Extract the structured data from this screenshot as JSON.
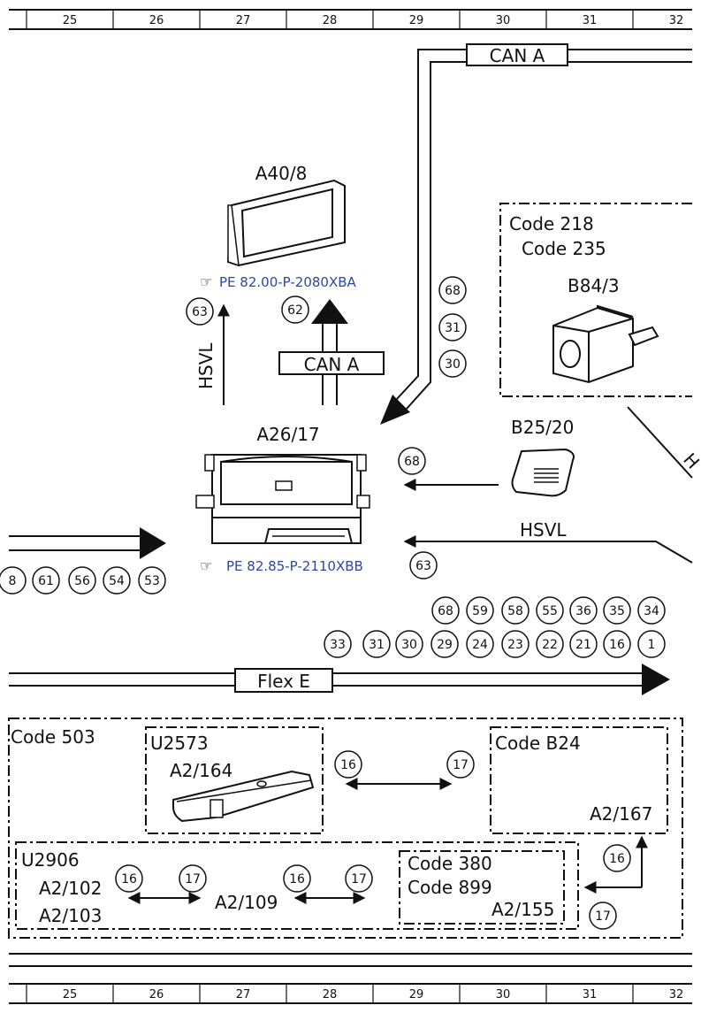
{
  "ruler": {
    "columns": [
      "25",
      "26",
      "27",
      "28",
      "29",
      "30",
      "31",
      "32"
    ]
  },
  "components": {
    "a40_8": {
      "label": "A40/8",
      "ref": "PE 82.00-P-2080XBA"
    },
    "a26_17": {
      "label": "A26/17",
      "ref": "PE 82.85-P-2110XBB"
    },
    "b84_3": {
      "label": "B84/3",
      "codes": [
        "Code 218",
        "Code 235"
      ]
    },
    "b25_20": {
      "label": "B25/20"
    }
  },
  "signals": {
    "can_a_top": "CAN A",
    "can_a_mid": "CAN A",
    "hsvl_vertical": "HSVL",
    "hsvl_right": "HSVL",
    "flex_e": "Flex E",
    "cut_right": "H"
  },
  "circles": {
    "c63_left": "63",
    "c62": "62",
    "bus_68": "68",
    "bus_31": "31",
    "bus_30": "30",
    "b25_68": "68",
    "hsvl_63": "63",
    "left_row": [
      "8",
      "61",
      "56",
      "54",
      "53"
    ],
    "top_row": [
      "68",
      "59",
      "58",
      "55",
      "36",
      "35",
      "34"
    ],
    "bottom_row": [
      "33",
      "31",
      "30",
      "29",
      "24",
      "23",
      "22",
      "21",
      "16",
      "1"
    ]
  },
  "code503": {
    "title": "Code 503",
    "u2573": {
      "title": "U2573",
      "module": "A2/164",
      "left_circle": "16",
      "right_circle": "17"
    },
    "codeb24": {
      "title": "Code B24",
      "module": "A2/167",
      "up_circle": "16",
      "left_circle": "17"
    },
    "u2906": {
      "title": "U2906",
      "modules": [
        "A2/102",
        "A2/103"
      ],
      "middle_module": "A2/109",
      "c1": "16",
      "c2": "17",
      "c3": "16",
      "c4": "17"
    },
    "code380": {
      "codes": [
        "Code 380",
        "Code 899"
      ],
      "module": "A2/155"
    }
  }
}
